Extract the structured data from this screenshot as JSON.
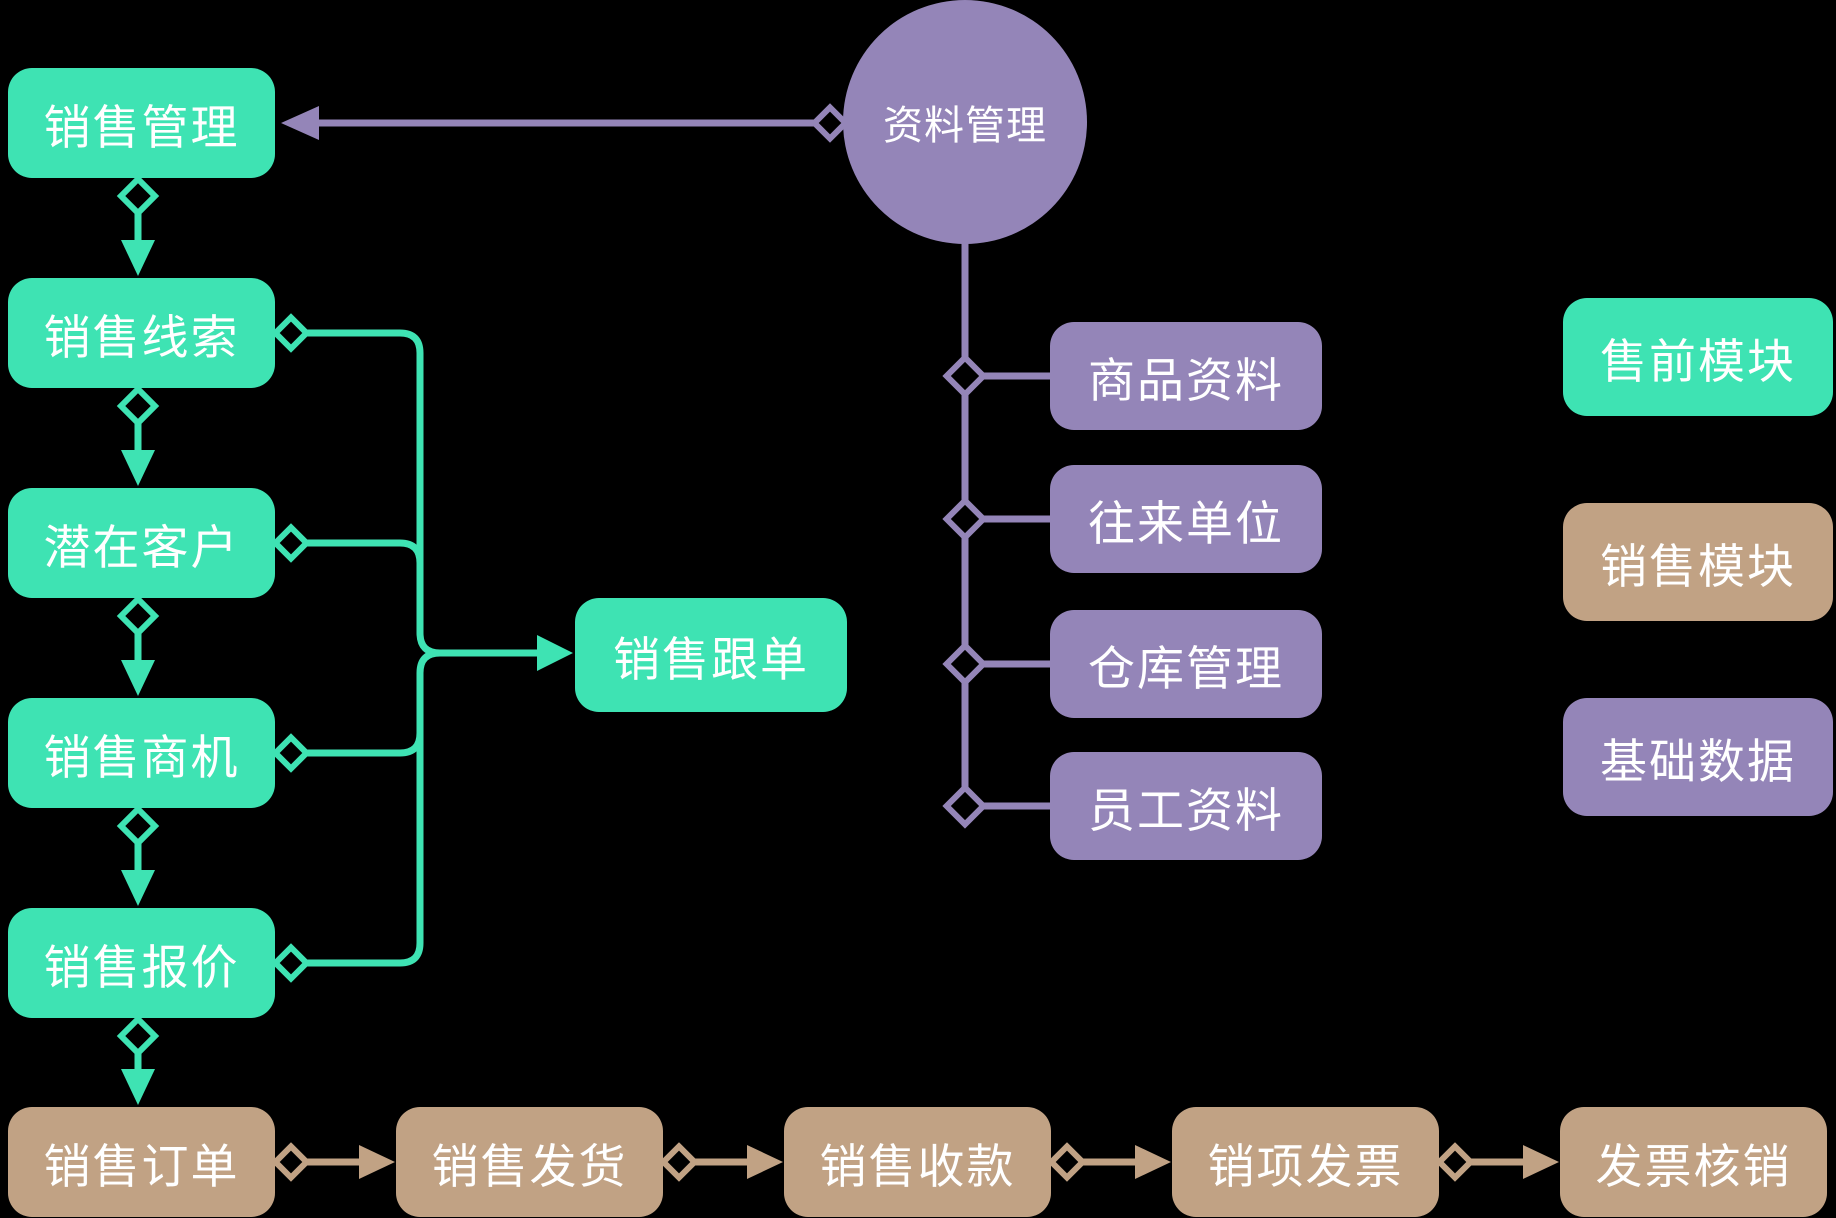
{
  "colors": {
    "background": "#000000",
    "green": "#3ee3b3",
    "purple": "#9485b8",
    "tan": "#c1a284",
    "text": "#ffffff"
  },
  "nodes": {
    "data_circle": {
      "label": "资料管理"
    },
    "sales_chain": [
      {
        "label": "销售管理"
      },
      {
        "label": "销售线索"
      },
      {
        "label": "潜在客户"
      },
      {
        "label": "销售商机"
      },
      {
        "label": "销售报价"
      }
    ],
    "follow_up": {
      "label": "销售跟单"
    },
    "base_data": [
      {
        "label": "商品资料"
      },
      {
        "label": "往来单位"
      },
      {
        "label": "仓库管理"
      },
      {
        "label": "员工资料"
      }
    ],
    "order_flow": [
      {
        "label": "销售订单"
      },
      {
        "label": "销售发货"
      },
      {
        "label": "销售收款"
      },
      {
        "label": "销项发票"
      },
      {
        "label": "发票核销"
      }
    ],
    "legend": [
      {
        "label": "售前模块",
        "color": "#3ee3b3"
      },
      {
        "label": "销售模块",
        "color": "#c1a284"
      },
      {
        "label": "基础数据",
        "color": "#9485b8"
      }
    ]
  }
}
